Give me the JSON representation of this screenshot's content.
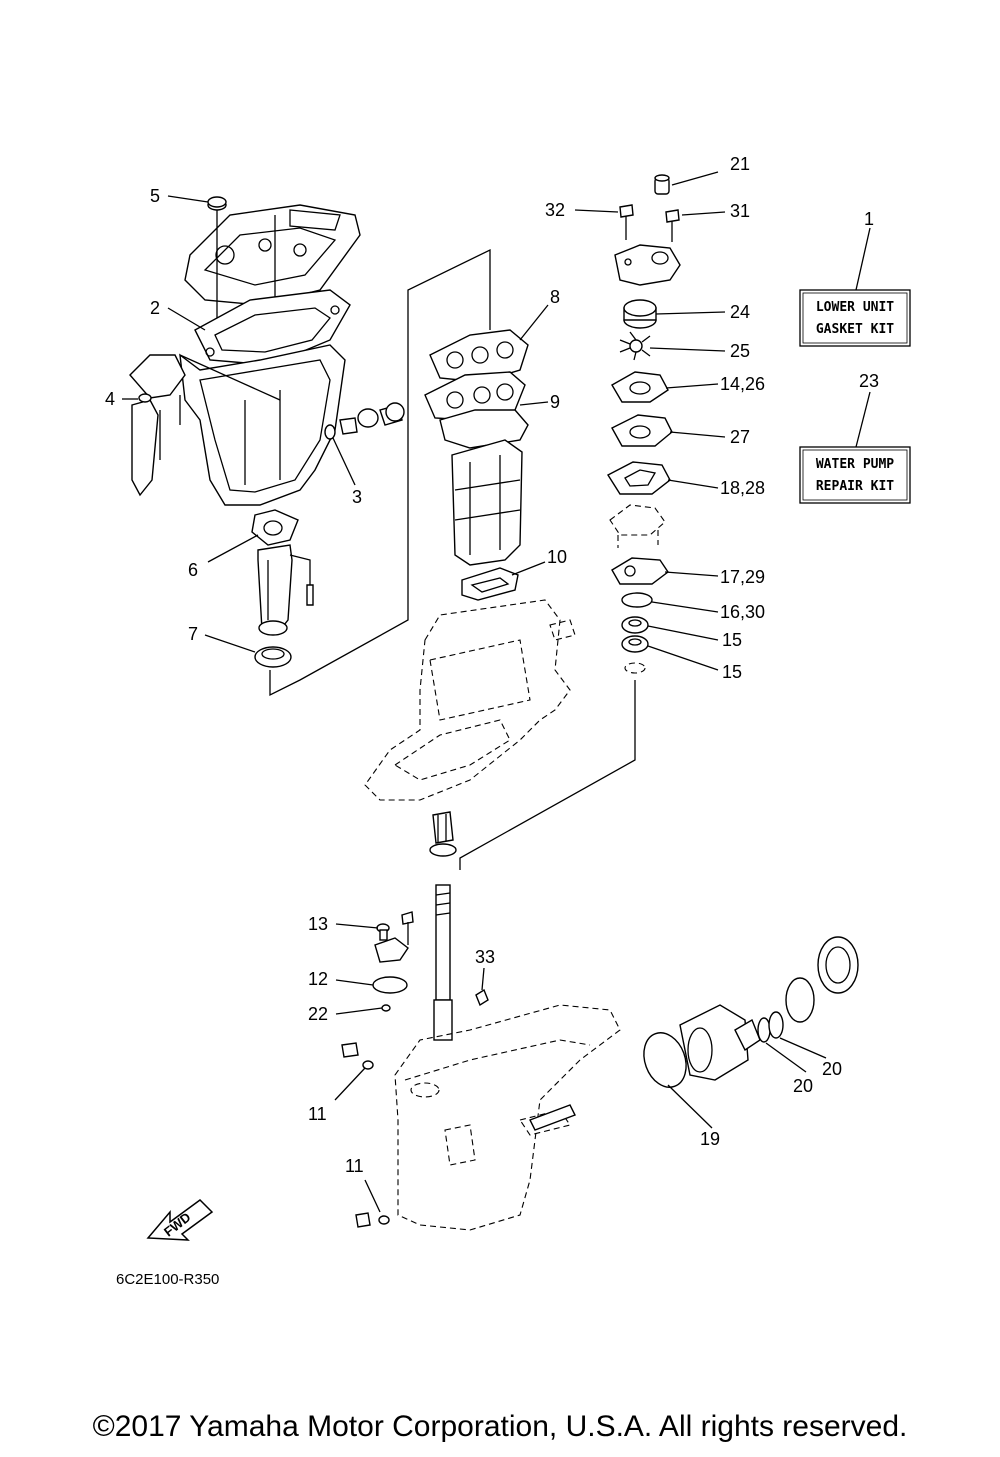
{
  "callouts": {
    "c1": "1",
    "c2": "2",
    "c3": "3",
    "c4": "4",
    "c5": "5",
    "c6": "6",
    "c7": "7",
    "c8": "8",
    "c9": "9",
    "c10": "10",
    "c11a": "11",
    "c11b": "11",
    "c12": "12",
    "c13": "13",
    "c14_26": "14,26",
    "c15a": "15",
    "c15b": "15",
    "c16_30": "16,30",
    "c17_29": "17,29",
    "c18_28": "18,28",
    "c19": "19",
    "c20a": "20",
    "c20b": "20",
    "c21": "21",
    "c22": "22",
    "c23": "23",
    "c24": "24",
    "c25": "25",
    "c27": "27",
    "c31": "31",
    "c32": "32",
    "c33": "33"
  },
  "kits": {
    "lower_unit_line1": "LOWER UNIT",
    "lower_unit_line2": "GASKET KIT",
    "water_pump_line1": "WATER PUMP",
    "water_pump_line2": "REPAIR KIT"
  },
  "fwd_label": "FWD",
  "diagram_code": "6C2E100-R350",
  "copyright": "©2017 Yamaha Motor Corporation, U.S.A. All rights reserved."
}
